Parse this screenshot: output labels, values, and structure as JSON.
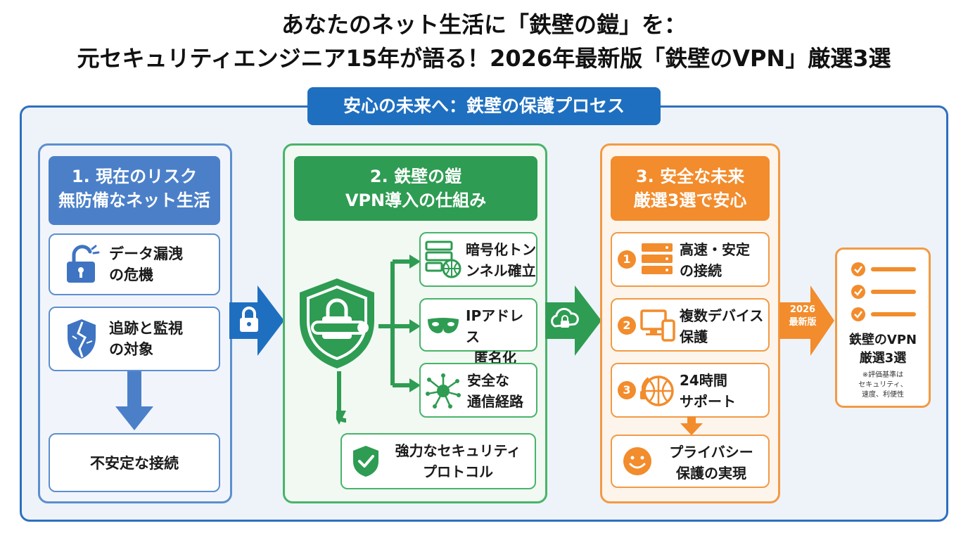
{
  "title": {
    "line1": "あなたのネット生活に「鉄壁の鎧」を：",
    "line2": "元セキュリティエンジニア15年が語る！2026年最新版「鉄壁のVPN」厳選3選"
  },
  "frame_label": "安心の未来へ：鉄壁の保護プロセス",
  "col1": {
    "head_line1": "1. 現在のリスク",
    "head_line2": "無防備なネット生活",
    "items": [
      {
        "line1": "データ漏洩",
        "line2": "の危機",
        "icon": "unlocked-padlock-icon"
      },
      {
        "line1": "追跡と監視",
        "line2": "の対象",
        "icon": "broken-shield-icon"
      }
    ],
    "bottom": "不安定な接続"
  },
  "col2": {
    "head_line1": "2. 鉄壁の鎧",
    "head_line2": "VPN導入の仕組み",
    "items": [
      {
        "line1": "暗号化トン",
        "line2": "ンネル確立",
        "icon": "server-globe-icon"
      },
      {
        "line1": "IPアドレス",
        "line2": "匿名化",
        "icon": "mask-icon"
      },
      {
        "line1": "安全な",
        "line2": "通信経路",
        "icon": "network-icon"
      }
    ],
    "bottom_line1": "強力なセキュリティ",
    "bottom_line2": "プロトコル"
  },
  "col3": {
    "head_line1": "3. 安全な未来",
    "head_line2": "厳選3選で安心",
    "items": [
      {
        "num": "1",
        "line1": "高速・安定",
        "line2": "の接続",
        "icon": "server-icon"
      },
      {
        "num": "2",
        "line1": "複数デバイス",
        "line2": "保護",
        "icon": "devices-icon"
      },
      {
        "num": "3",
        "line1": "24時間",
        "line2": "サポート",
        "icon": "support-globe-icon"
      }
    ],
    "bottom_line1": "プライバシー",
    "bottom_line2": "保護の実現"
  },
  "year_arrow": {
    "line1": "2026",
    "line2": "最新版"
  },
  "final": {
    "line1": "鉄壁のVPN",
    "line2": "厳選3選",
    "note1": "※評価基準は",
    "note2": "セキュリティ、",
    "note3": "速度、利便性"
  },
  "colors": {
    "blue": "#4b80c9",
    "green": "#2e9c52",
    "orange": "#f28c2c",
    "navy": "#1f6fc0"
  }
}
